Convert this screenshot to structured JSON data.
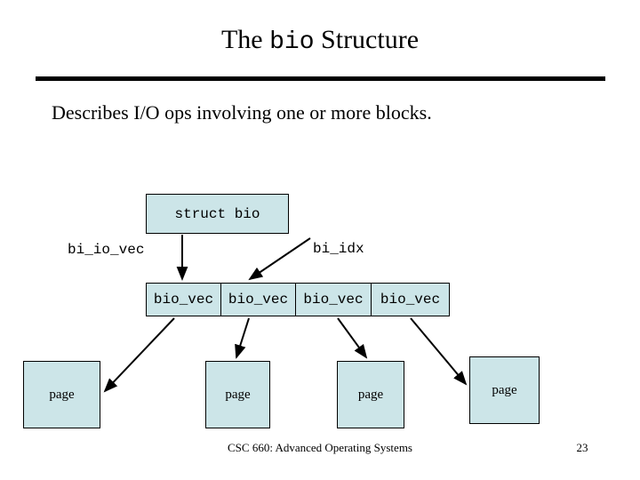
{
  "slide": {
    "title_prefix": "The ",
    "title_mono": "bio",
    "title_suffix": " Structure",
    "subtitle": "Describes I/O ops involving one or more blocks.",
    "accent_fill": "#cce5e8",
    "stroke": "#000000"
  },
  "diagram": {
    "struct_box": "struct bio",
    "labels": {
      "bi_io_vec": "bi_io_vec",
      "bi_idx": "bi_idx"
    },
    "bio_vec_boxes": [
      "bio_vec",
      "bio_vec",
      "bio_vec",
      "bio_vec"
    ],
    "page_boxes": [
      "page",
      "page",
      "page",
      "page"
    ]
  },
  "footer": {
    "course": "CSC 660: Advanced Operating Systems",
    "page_number": "23"
  }
}
